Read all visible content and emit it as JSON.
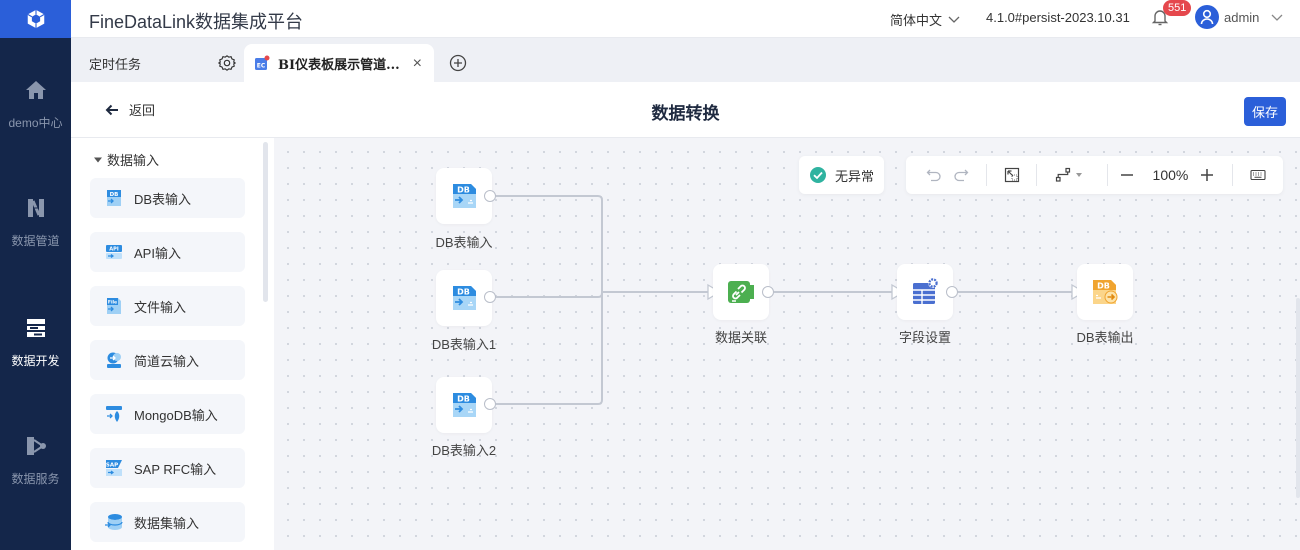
{
  "header": {
    "app_title": "FineDataLink数据集成平台",
    "language": "简体中文",
    "version": "4.1.0#persist-2023.10.31",
    "notification_count": "551",
    "user_name": "admin",
    "brand_color": "#2b5fd9"
  },
  "sidenav": {
    "items": [
      {
        "label": "demo中心",
        "icon": "home-icon",
        "active": false
      },
      {
        "label": "数据管道",
        "icon": "pipeline-icon",
        "active": false
      },
      {
        "label": "数据开发",
        "icon": "dev-icon",
        "active": true
      },
      {
        "label": "数据服务",
        "icon": "service-icon",
        "active": false
      }
    ]
  },
  "tabs": {
    "fixed_tab": "定时任务",
    "active_tab": "BI仪表板展示管道...",
    "close": "×"
  },
  "page": {
    "back_label": "返回",
    "title": "数据转换",
    "save_label": "保存"
  },
  "panel": {
    "group_title": "数据输入",
    "items": [
      {
        "label": "DB表输入",
        "icon": "db-input-icon"
      },
      {
        "label": "API输入",
        "icon": "api-input-icon"
      },
      {
        "label": "文件输入",
        "icon": "file-input-icon"
      },
      {
        "label": "简道云输入",
        "icon": "jdy-input-icon"
      },
      {
        "label": "MongoDB输入",
        "icon": "mongodb-input-icon"
      },
      {
        "label": "SAP RFC输入",
        "icon": "sap-input-icon"
      },
      {
        "label": "数据集输入",
        "icon": "dataset-input-icon"
      }
    ]
  },
  "canvas": {
    "status": "无异常",
    "zoom_level": "100%",
    "nodes": [
      {
        "label": "DB表输入",
        "type": "db-input"
      },
      {
        "label": "DB表输入1",
        "type": "db-input"
      },
      {
        "label": "DB表输入2",
        "type": "db-input"
      },
      {
        "label": "数据关联",
        "type": "join"
      },
      {
        "label": "字段设置",
        "type": "field-settings"
      },
      {
        "label": "DB表输出",
        "type": "db-output"
      }
    ]
  }
}
